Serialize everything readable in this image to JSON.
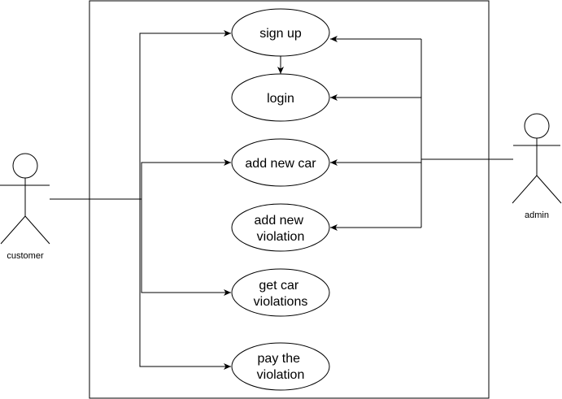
{
  "diagram": {
    "actors": {
      "customer": "customer",
      "admin": "admin"
    },
    "use_cases": {
      "sign_up": [
        "sign up"
      ],
      "login": [
        "login"
      ],
      "add_new_car": [
        "add new car"
      ],
      "add_new_violation": [
        "add new",
        "violation"
      ],
      "get_car_violations": [
        "get car",
        "violations"
      ],
      "pay_the_violation": [
        "pay the",
        "violation"
      ]
    }
  }
}
